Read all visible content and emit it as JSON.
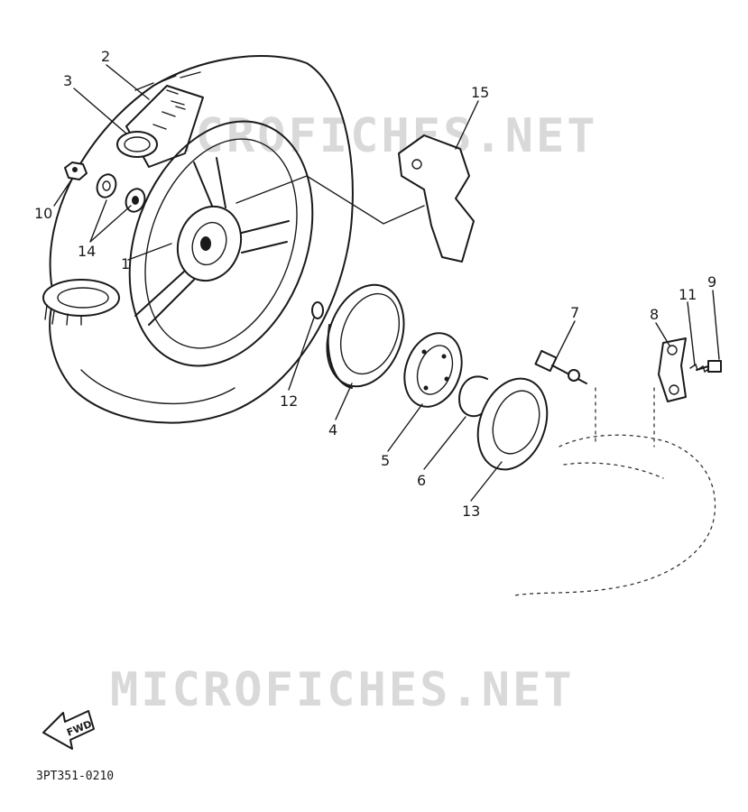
{
  "diagram": {
    "part_code": "3PT351-0210",
    "watermarks": [
      "MICROFICHES.NET",
      "MICROFICHES.NET"
    ],
    "direction_arrow": "FWD",
    "part_numbers": [
      "1",
      "2",
      "3",
      "4",
      "5",
      "6",
      "7",
      "8",
      "9",
      "10",
      "11",
      "12",
      "13",
      "14",
      "15"
    ],
    "icons": [
      "tire-icon",
      "wheel-rim-icon",
      "tire-valve-icon",
      "wheel-bolt-icon",
      "washer-icon",
      "brake-drum-icon",
      "bearing-icon",
      "circlip-icon",
      "seal-icon",
      "bracket-icon",
      "spring-icon",
      "cover-plate-icon",
      "forward-arrow-icon"
    ]
  }
}
